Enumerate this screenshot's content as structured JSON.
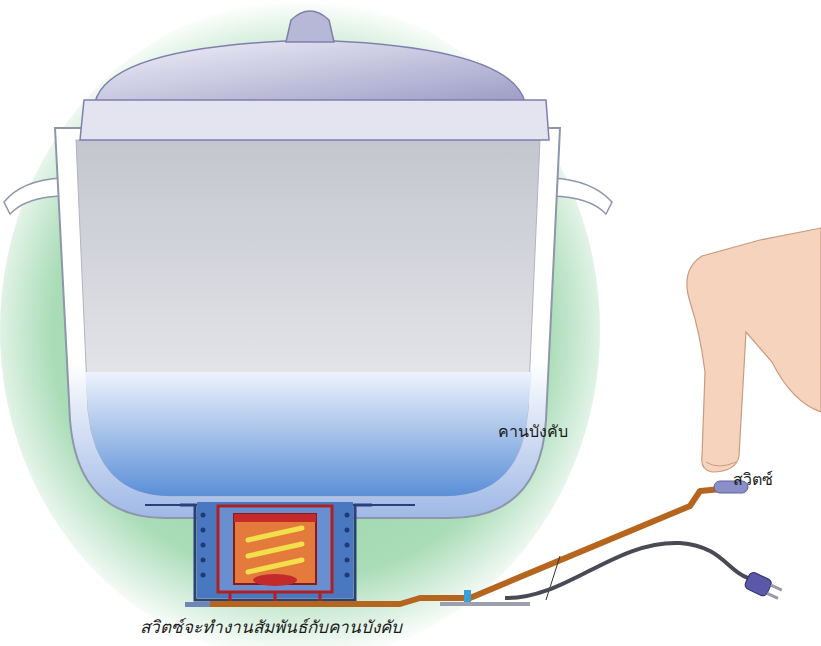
{
  "diagram": {
    "caption": "สวิตซ์จะทำงานสัมพันธ์กับคานบังคับ",
    "labels": [
      "คานบังคับ",
      "สวิตซ์"
    ]
  }
}
